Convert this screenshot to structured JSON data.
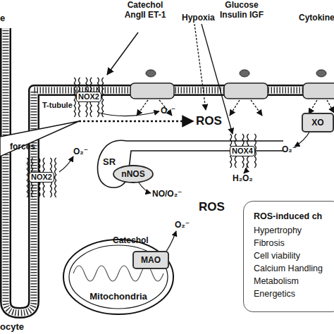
{
  "diagram": {
    "nodes": [
      {
        "text": [
          "NOX2"
        ]
      },
      {
        "text": [
          "XO"
        ]
      },
      {
        "text": [
          "NOX2"
        ]
      },
      {
        "text": [
          "SR"
        ]
      },
      {
        "text": [
          "nNOS"
        ]
      },
      {
        "text": [
          "NOX4"
        ]
      },
      {
        "text": [
          "Mitochondria"
        ]
      },
      {
        "text": [
          "MAO"
        ],
        "in": 6
      },
      {
        "text": [
          "ROS-induced ch",
          "Hypertrophy",
          "Fibrosis",
          "Cell viability",
          "Calcium Handling",
          "Metabolism",
          "Energetics"
        ]
      }
    ],
    "labels": [
      "e",
      "Catechol AngII ET-1",
      "Hypoxia",
      "Glucose Insulin IGF",
      "Cytokine",
      "T-tubule",
      "O₂⁻",
      "forces",
      "ROS",
      "O₂⁻",
      "O₂⁻",
      "NO/O₂⁻",
      "H₂O₂",
      "ROS",
      "Catechol",
      "O₂⁻",
      "ocyte"
    ]
  }
}
